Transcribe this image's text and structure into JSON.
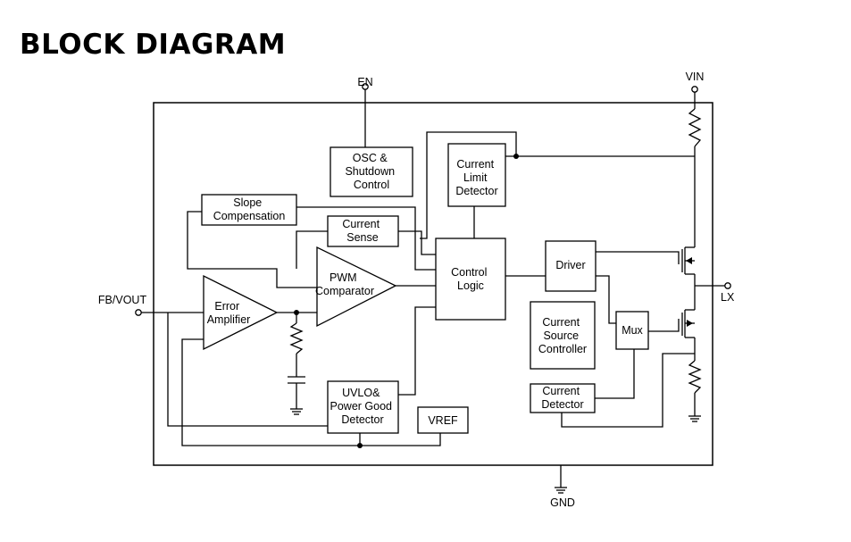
{
  "title": "BLOCK DIAGRAM",
  "pins": {
    "en": "EN",
    "vin": "VIN",
    "fb": "FB/VOUT",
    "lx": "LX",
    "gnd": "GND"
  },
  "blocks": {
    "osc": [
      "OSC &",
      "Shutdown",
      "Control"
    ],
    "current_limit": [
      "Current",
      "Limit",
      "Detector"
    ],
    "slope": [
      "Slope",
      "Compensation"
    ],
    "current_sense": [
      "Current",
      "Sense"
    ],
    "pwm": [
      "PWM",
      "Comparator"
    ],
    "control_logic": [
      "Control",
      "Logic"
    ],
    "driver": [
      "Driver"
    ],
    "error_amp": [
      "Error",
      "Amplifier"
    ],
    "current_source": [
      "Current",
      "Source",
      "Controller"
    ],
    "mux": [
      "Mux"
    ],
    "current_detector": [
      "Current",
      "Detector"
    ],
    "uvlo": [
      "UVLO&",
      "Power Good",
      "Detector"
    ],
    "vref": [
      "VREF"
    ]
  }
}
